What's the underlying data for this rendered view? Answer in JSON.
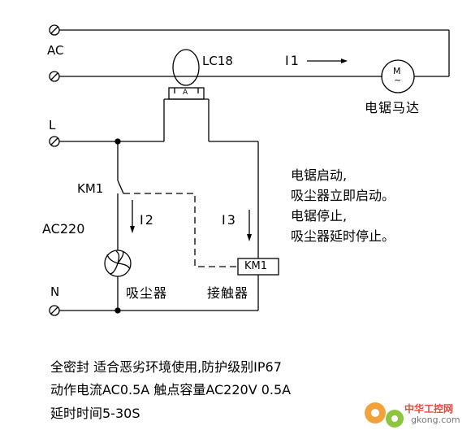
{
  "terminals": {
    "ac": "AC",
    "l": "L",
    "n": "N"
  },
  "sensor": {
    "model": "LC18",
    "mark": "A"
  },
  "motor": {
    "symbol_top": "M",
    "symbol_bottom": "~",
    "label": "电锯马达"
  },
  "currents": {
    "i1": "I1",
    "i2": "I2",
    "i3": "I3"
  },
  "contact": {
    "label": "KM1"
  },
  "supply": {
    "label": "AC220"
  },
  "fan": {
    "label": "吸尘器"
  },
  "relay": {
    "box_label": "KM1",
    "label": "接触器"
  },
  "notes": [
    "电锯启动,",
    "吸尘器立即启动。",
    "电锯停止,",
    "吸尘器延时停止。"
  ],
  "specs": [
    "全密封  适合恶劣环境使用,防护级别IP67",
    "动作电流AC0.5A    触点容量AC220V    0.5A",
    "延时时间5-30S"
  ],
  "watermark": {
    "line1": "中华工控网",
    "line2": "gkong.com"
  },
  "colors": {
    "line": "#000000",
    "watermark_red": "#e8473a",
    "watermark_orange": "#f2a23a",
    "watermark_green": "#8cc63f"
  }
}
